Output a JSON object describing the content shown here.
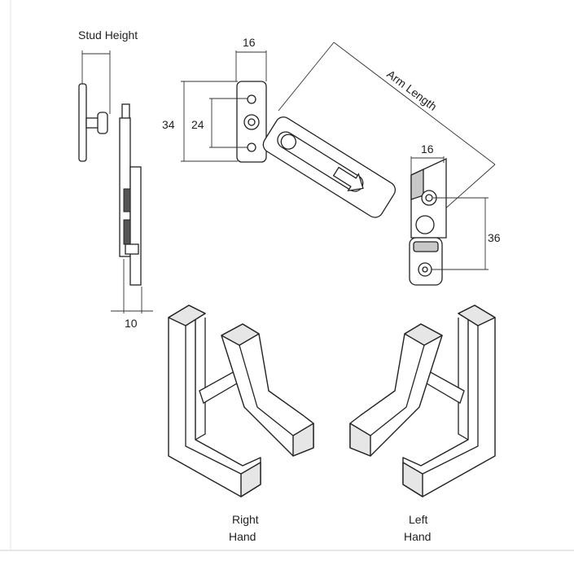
{
  "labels": {
    "stud_height": "Stud Height",
    "dim_16_top": "16",
    "dim_34": "34",
    "dim_24": "24",
    "arm_length": "Arm Length",
    "dim_16_arm": "16",
    "dim_36": "36",
    "dim_10": "10",
    "right_hand_1": "Right",
    "right_hand_2": "Hand",
    "left_hand_1": "Left",
    "left_hand_2": "Hand"
  }
}
